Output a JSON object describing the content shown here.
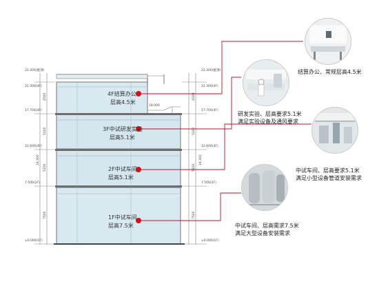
{
  "elevations_left": [
    "22.300(屋顶)",
    "22.300(4F)",
    "17.700(4F)",
    "12.600(3F)",
    "7.500(2F)",
    "±0.000(1F)"
  ],
  "elevations_right": [
    "22.300(屋顶)",
    "22.300(4F)",
    "17.700(4F)",
    "12.600(3F)",
    "7.500(2F)",
    "±0.000(1F)"
  ],
  "dims_left": [
    "4500",
    "5100",
    "5100",
    "7500"
  ],
  "dims_right": [
    "4500",
    "5100",
    "5100",
    "7500"
  ],
  "total_height": "24.300",
  "canopy_dim": "18.000",
  "floors": [
    {
      "name": "4F结算办公",
      "height": "层高4.5米"
    },
    {
      "name": "3F中试研发实验",
      "height": "层高5.1米"
    },
    {
      "name": "2F中试车间",
      "height": "层高5.1米"
    },
    {
      "name": "1F中试车间",
      "height": "层高7.5米"
    }
  ],
  "callouts": [
    {
      "lines": [
        "结算办公、常规层高4.5米"
      ]
    },
    {
      "lines": [
        "研发实验、层高要求5.1米",
        "满足实验设备及通风要求"
      ]
    },
    {
      "lines": [
        "中试车间、层高要求5.1米",
        "满足小型设备管道安装需求"
      ]
    },
    {
      "lines": [
        "中试车间、层高需求7.5米",
        "满足大型设备安装需求"
      ]
    }
  ],
  "colors": {
    "accent": "#d0121b",
    "glass": "#d4e6ee",
    "leader": "#c0102a"
  }
}
